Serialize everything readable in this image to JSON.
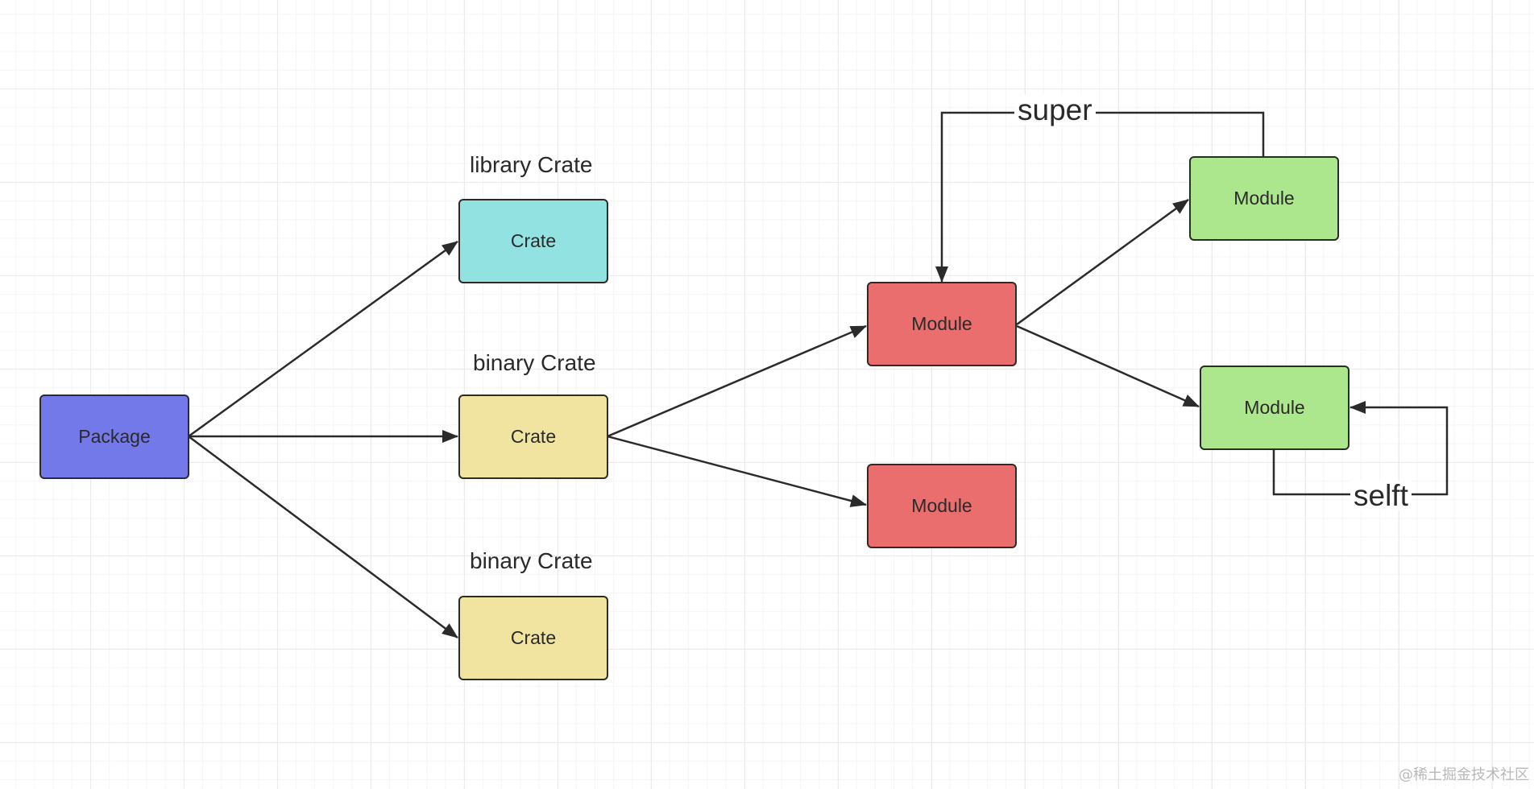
{
  "colors": {
    "package": "#7479ea",
    "library_crate": "#93e2e2",
    "binary_crate": "#f0e4a0",
    "module_red": "#eb6e6e",
    "module_green": "#ade78d",
    "stroke": "#2b2b2b"
  },
  "nodes": {
    "package": "Package",
    "library_crate": "Crate",
    "binary_crate_1": "Crate",
    "binary_crate_2": "Crate",
    "module_a": "Module",
    "module_b": "Module",
    "module_c": "Module",
    "module_d": "Module"
  },
  "labels": {
    "library_crate": "library Crate",
    "binary_crate_1": "binary Crate",
    "binary_crate_2": "binary Crate"
  },
  "edge_labels": {
    "super": "super",
    "self": "selft"
  },
  "watermark": "@稀土掘金技术社区"
}
